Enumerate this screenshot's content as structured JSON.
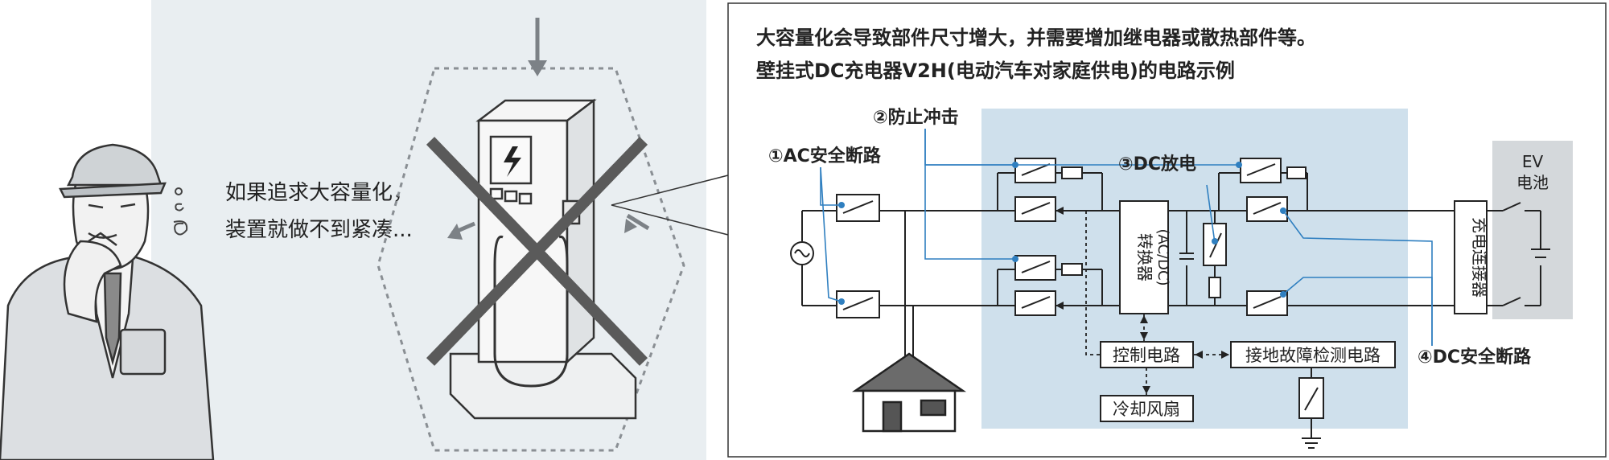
{
  "left_panel": {
    "thought_line1": "如果追求大容量化，",
    "thought_line2": "装置就做不到紧凑..."
  },
  "right_panel": {
    "headline": "大容量化会导致部件尺寸增大，并需要增加继电器或散热部件等。",
    "subtitle": "壁挂式DC充电器V2H(电动汽车对家庭供电)的电路示例"
  },
  "circuit": {
    "label_ac_breaker": "①AC安全断路",
    "label_inrush": "②防止冲击",
    "label_dc_discharge": "③DC放电",
    "label_dc_breaker": "④DC安全断路",
    "converter_line1": "转换器",
    "converter_line2": "(AC/DC)",
    "control_circuit": "控制电路",
    "ground_fault": "接地故障检测电路",
    "cooling_fan": "冷却风扇",
    "charge_connector": "充电连接器",
    "ev_line1": "EV",
    "ev_line2": "电池"
  },
  "colors": {
    "shaded_region": "#cfe0ec",
    "left_background": "#e9eef1",
    "ev_box": "#d4d8db",
    "callout_line": "#2f7fc0",
    "red_x": "#5a5a5a"
  }
}
